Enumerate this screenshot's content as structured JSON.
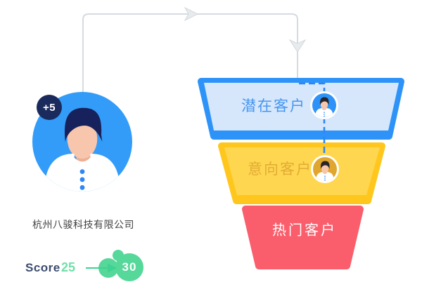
{
  "avatar_card": {
    "score_badge": "+5",
    "company_name": "杭州八骏科技有限公司"
  },
  "score_row": {
    "label": "Score",
    "previous_score": "25",
    "new_score": "30"
  },
  "funnel": {
    "stages": [
      {
        "label": "潜在客户",
        "border_color": "#2E93F8",
        "fill_color": "#D6E7FB",
        "label_color": "#4796F2"
      },
      {
        "label": "意向客户",
        "border_color": "#FFC71E",
        "fill_color": "#FFD64F",
        "label_color": "#E2AC35"
      },
      {
        "label": "热门客户",
        "border_color": "#FA5E6C",
        "fill_color": "#FA5E6C",
        "label_color": "#FFFFFF"
      }
    ]
  },
  "colors": {
    "connector_gray": "#D6DBE0",
    "flow_arrow_gray": "#E7EBEE",
    "dashed_line_blue": "#2E86F7",
    "main_avatar_blue": "#339CF8",
    "plus_badge_navy": "#1B2A5C",
    "score_label_navy": "#3C4C6E",
    "score_old_green": "#6FE0A8",
    "score_arrow_green": "#3FD290",
    "score_badge_green": "#55D89A",
    "company_text_gray": "#424242",
    "gold_avatar": "#E0A62E"
  }
}
